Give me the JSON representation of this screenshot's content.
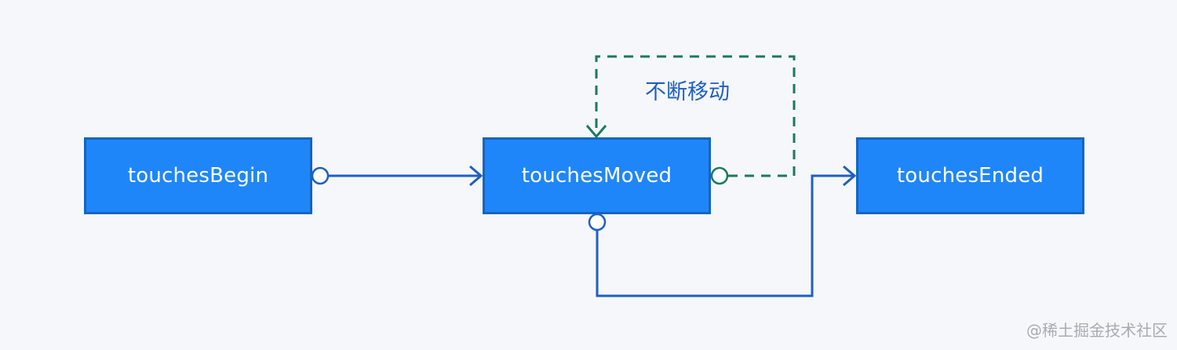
{
  "diagram": {
    "nodes": [
      {
        "id": "begin",
        "label": "touchesBegin"
      },
      {
        "id": "moved",
        "label": "touchesMoved"
      },
      {
        "id": "ended",
        "label": "touchesEnded"
      }
    ],
    "edges": [
      {
        "from": "begin",
        "to": "moved",
        "style": "solid"
      },
      {
        "from": "moved",
        "to": "moved",
        "style": "dashed",
        "label": "不断移动"
      },
      {
        "from": "moved",
        "to": "ended",
        "style": "solid"
      }
    ],
    "loop_label": "不断移动",
    "colors": {
      "node_fill": "#1f86f9",
      "node_border": "#1565c0",
      "solid_edge": "#1f5fc0",
      "dashed_edge": "#1b7a5a",
      "background": "#f6f7fb"
    }
  },
  "watermark": "@稀土掘金技术社区"
}
